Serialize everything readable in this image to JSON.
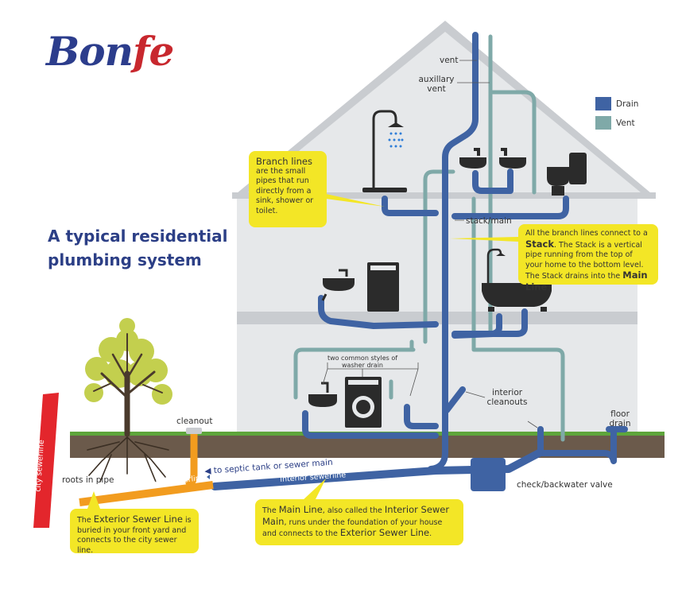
{
  "brand": {
    "logo": "Bonfe"
  },
  "heading": "A typical residential plumbing system",
  "legend": [
    {
      "label": "Drain",
      "color": "#3f63a3"
    },
    {
      "label": "Vent",
      "color": "#7fa9a8"
    }
  ],
  "labels": {
    "vent": "vent",
    "auxiliary_vent": "auxillary vent",
    "stack_main": "stack/main",
    "interior_cleanouts": "interior cleanouts",
    "floor_drain": "floor drain",
    "cleanout": "cleanout",
    "check_valve": "check/backwater valve",
    "roots_in_pipe": "roots in pipe",
    "washer_drain_note": "two common styles of washer drain",
    "to_septic": "to septic tank or sewer main",
    "exterior_sewerline": "exterior sewerline",
    "interior_sewerline": "interior sewerline",
    "city_sewerline": "city sewerline"
  },
  "callouts": {
    "branch": {
      "title": "Branch lines",
      "body": "are the small pipes that run directly from a sink, shower or toilet."
    },
    "stack": {
      "pre": "All the branch lines connect to a",
      "term1": "Stack",
      "mid": ". The Stack is a vertical pipe running from the top of your home to the bottom level. The Stack drains into the",
      "term2": "Main Line",
      "post": "."
    },
    "main": {
      "pre": "The",
      "term1": "Main Line",
      "mid1": ", also called the",
      "term2": "Interior Sewer Main",
      "mid2": ", runs under the foundation of your house and connects to the",
      "term3": "Exterior Sewer Line",
      "post": "."
    },
    "exterior": {
      "pre": "The",
      "term1": "Exterior Sewer Line",
      "body": "is buried in your front yard and connects to the city sewer line."
    }
  },
  "colors": {
    "drain": "#3f63a3",
    "vent": "#7fa9a8",
    "house": "#e4e6e8",
    "roof": "#c8cbcf",
    "ground": "#6b5a4b",
    "grass": "#5ea53b",
    "sewer_orange": "#f29c1f",
    "city_red": "#e3262c",
    "callout_yellow": "#f3e626",
    "heading": "#2c3f86",
    "fixture": "#2b2b2b"
  }
}
